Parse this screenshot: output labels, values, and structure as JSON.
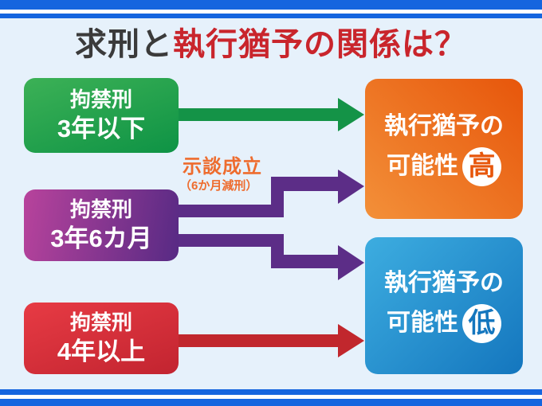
{
  "title": {
    "part1": "求刑と",
    "part2": "執行猶予の関係は？"
  },
  "left_boxes": [
    {
      "line1": "拘禁刑",
      "line2": "3年以下"
    },
    {
      "line1": "拘禁刑",
      "line2": "3年6カ月"
    },
    {
      "line1": "拘禁刑",
      "line2": "4年以上"
    }
  ],
  "right_boxes": [
    {
      "line1": "執行猶予の",
      "line2": "可能性",
      "badge": "高"
    },
    {
      "line1": "執行猶予の",
      "line2": "可能性",
      "badge": "低"
    }
  ],
  "annotation": {
    "line1": "示談成立",
    "line2": "（6か月減刑）"
  },
  "colors": {
    "background": "#e6f1fb",
    "stripe_blue": "#1565df",
    "title_gray": "#3b3b3b",
    "title_red": "#c9252c",
    "green_box_from": "#3cb156",
    "green_box_to": "#0e9345",
    "green_arrow": "#149347",
    "purple_box_from": "#b8439c",
    "purple_box_to": "#572a84",
    "purple_arrow": "#5c2d87",
    "red_box_from": "#e73b44",
    "red_box_to": "#c22430",
    "red_arrow": "#c1272d",
    "orange_box_from": "#f39039",
    "orange_box_to": "#e7560b",
    "blue_box_from": "#3dade0",
    "blue_box_to": "#1476be",
    "annotation_orange": "#ee6c2e"
  }
}
